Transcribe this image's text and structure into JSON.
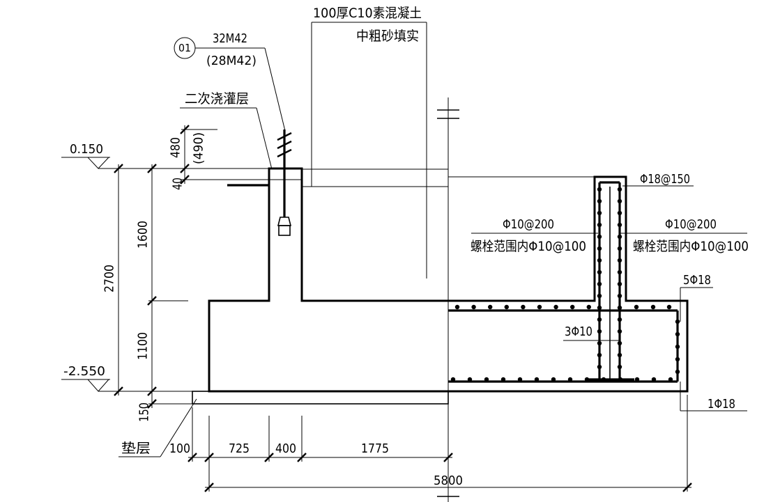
{
  "notes": {
    "c10_layer": "100厚C10素混凝土",
    "sand_fill": "中粗砂填实",
    "grout_layer": "二次浇灌层",
    "cushion": "垫层"
  },
  "bolt": {
    "tag": "01",
    "spec": "32M42",
    "alt_spec": "(28M42)"
  },
  "elevations": {
    "top": "0.150",
    "bottom": "-2.550"
  },
  "dims_vertical": {
    "bolt_length": "480",
    "bolt_length_alt": "(490)",
    "grout": "40",
    "pedestal": "1600",
    "base": "1100",
    "total": "2700",
    "cushion": "150"
  },
  "dims_horizontal": {
    "cushion_ext": "100",
    "seg1": "725",
    "pedestal_width": "400",
    "seg2": "1775",
    "total": "5800"
  },
  "rebar": {
    "pedestal_main": "Φ18@150",
    "stirrup_left": "Φ10@200",
    "stirrup_left_note": "螺栓范围内Φ10@100",
    "stirrup_right": "Φ10@200",
    "stirrup_right_note": "螺栓范围内Φ10@100",
    "side_bars": "5Φ18",
    "pedestal_ties": "3Φ10",
    "bottom_bar": "1Φ18"
  }
}
